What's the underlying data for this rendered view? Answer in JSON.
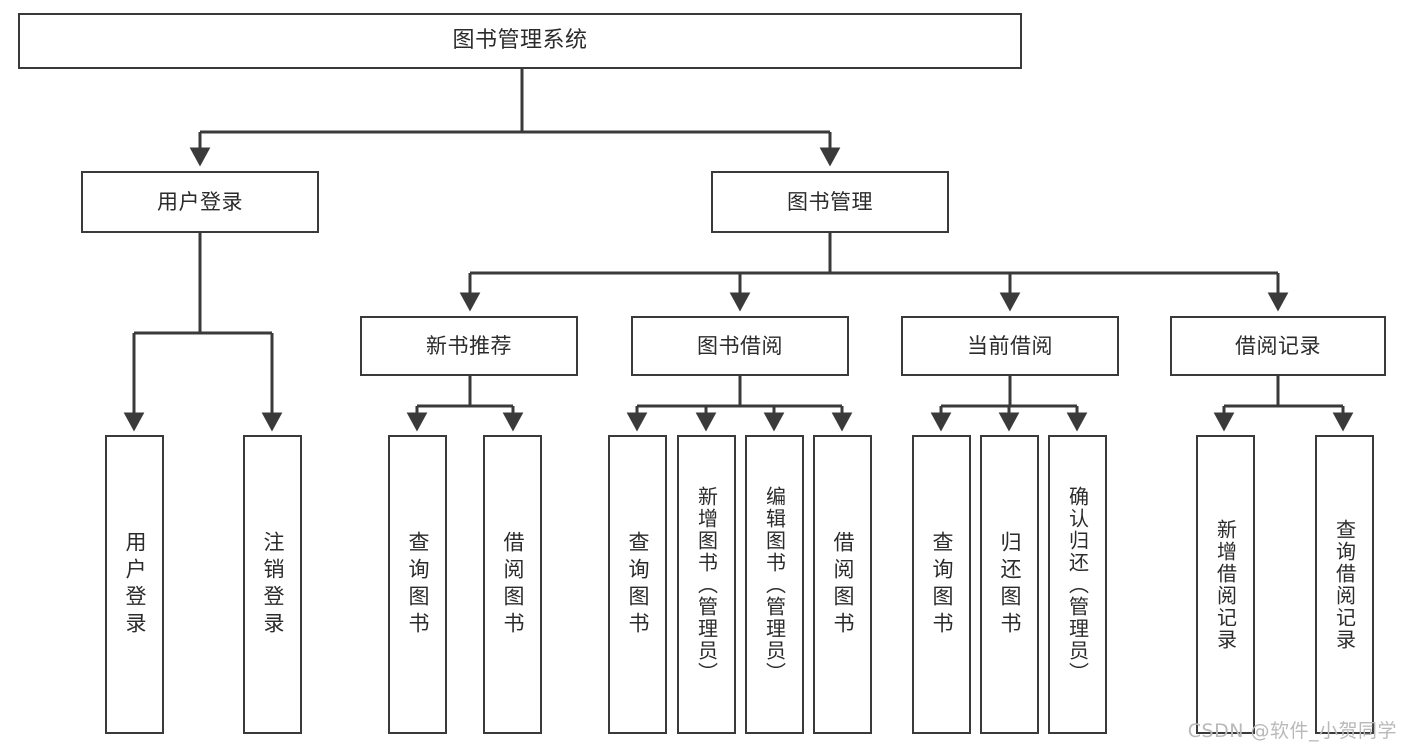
{
  "diagram": {
    "title": "图书管理系统",
    "type": "tree",
    "watermark": "CSDN @软件_小贺同学",
    "colors": {
      "stroke": "#3a3a3a",
      "box_fill": "#ffffff",
      "text": "#2b2b2b",
      "background": "#ffffff",
      "watermark": "#b9b9b9"
    },
    "root": {
      "label": "图书管理系统"
    },
    "level2": [
      {
        "label": "用户登录"
      },
      {
        "label": "图书管理"
      }
    ],
    "level3": [
      {
        "label": "新书推荐"
      },
      {
        "label": "图书借阅"
      },
      {
        "label": "当前借阅"
      },
      {
        "label": "借阅记录"
      }
    ],
    "leaves": [
      {
        "label": "用户登录",
        "parent": "用户登录"
      },
      {
        "label": "注销登录",
        "parent": "用户登录"
      },
      {
        "label": "查询图书",
        "parent": "新书推荐"
      },
      {
        "label": "借阅图书",
        "parent": "新书推荐"
      },
      {
        "label": "查询图书",
        "parent": "图书借阅"
      },
      {
        "label": "新增图书（管理员）",
        "parent": "图书借阅"
      },
      {
        "label": "编辑图书（管理员）",
        "parent": "图书借阅"
      },
      {
        "label": "借阅图书",
        "parent": "图书借阅"
      },
      {
        "label": "查询图书",
        "parent": "当前借阅"
      },
      {
        "label": "归还图书",
        "parent": "当前借阅"
      },
      {
        "label": "确认归还（管理员）",
        "parent": "当前借阅"
      },
      {
        "label": "新增借阅记录",
        "parent": "借阅记录"
      },
      {
        "label": "查询借阅记录",
        "parent": "借阅记录"
      }
    ]
  }
}
